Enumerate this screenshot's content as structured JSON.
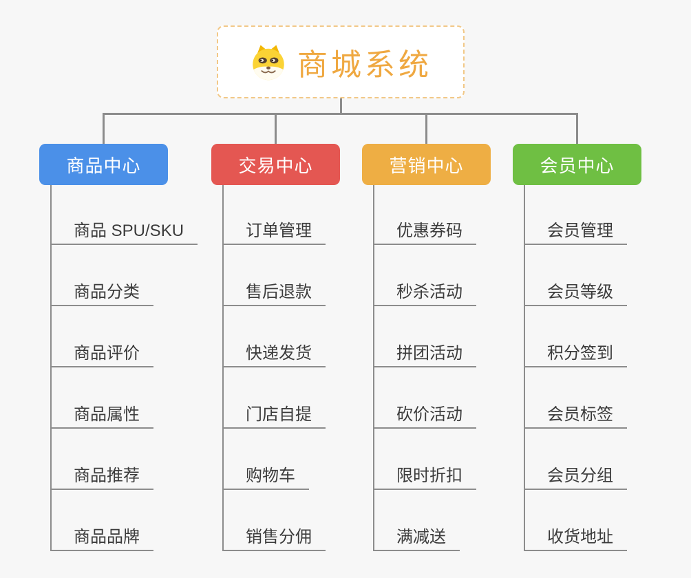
{
  "root": {
    "label": "商城系统",
    "icon": "dog-face-icon",
    "text_color": "#efa841",
    "border_color": "#f2c887",
    "background": "#ffffff"
  },
  "canvas": {
    "background": "#f7f7f7",
    "connector_color": "#8c8c8c",
    "leaf_text_color": "#3b3b3b"
  },
  "branches": [
    {
      "label": "商品中心",
      "color": "#4b90e8",
      "items": [
        "商品 SPU/SKU",
        "商品分类",
        "商品评价",
        "商品属性",
        "商品推荐",
        "商品品牌"
      ]
    },
    {
      "label": "交易中心",
      "color": "#e45752",
      "items": [
        "订单管理",
        "售后退款",
        "快递发货",
        "门店自提",
        "购物车",
        "销售分佣"
      ]
    },
    {
      "label": "营销中心",
      "color": "#eeae44",
      "items": [
        "优惠券码",
        "秒杀活动",
        "拼团活动",
        "砍价活动",
        "限时折扣",
        "满减送"
      ]
    },
    {
      "label": "会员中心",
      "color": "#6fbf43",
      "items": [
        "会员管理",
        "会员等级",
        "积分签到",
        "会员标签",
        "会员分组",
        "收货地址"
      ]
    }
  ]
}
